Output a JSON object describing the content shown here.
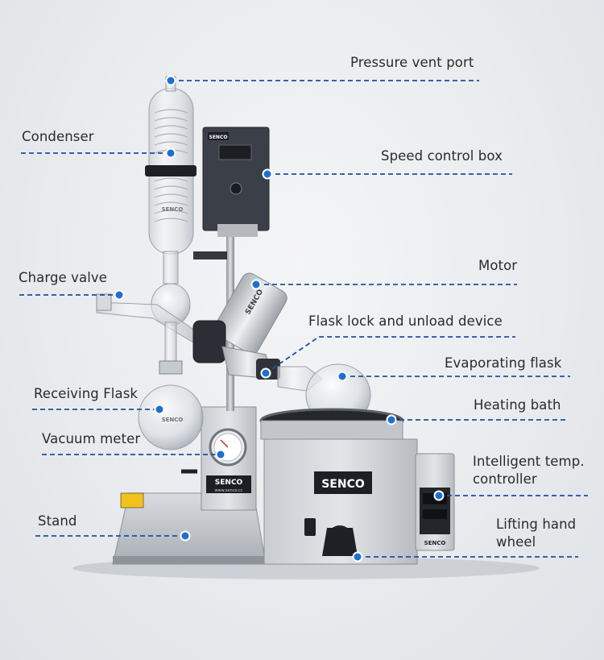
{
  "labels": {
    "pressure_vent_port": "Pressure vent port",
    "condenser": "Condenser",
    "speed_control_box": "Speed control box",
    "charge_valve": "Charge valve",
    "motor": "Motor",
    "flask_lock": "Flask lock and unload device",
    "evaporating_flask": "Evaporating flask",
    "receiving_flask": "Receiving Flask",
    "heating_bath": "Heating bath",
    "vacuum_meter": "Vacuum meter",
    "intelligent_temp_line1": "Intelligent temp.",
    "intelligent_temp_line2": "controller",
    "stand": "Stand",
    "lifting_line1": "Lifting hand",
    "lifting_line2": "wheel"
  },
  "branding": {
    "logo_text": "SENCO",
    "website": "www.senco.cc"
  },
  "colors": {
    "accent_line": "#1f4fa3",
    "marker_fill": "#1f6fd0",
    "background": "#e9ebee"
  }
}
